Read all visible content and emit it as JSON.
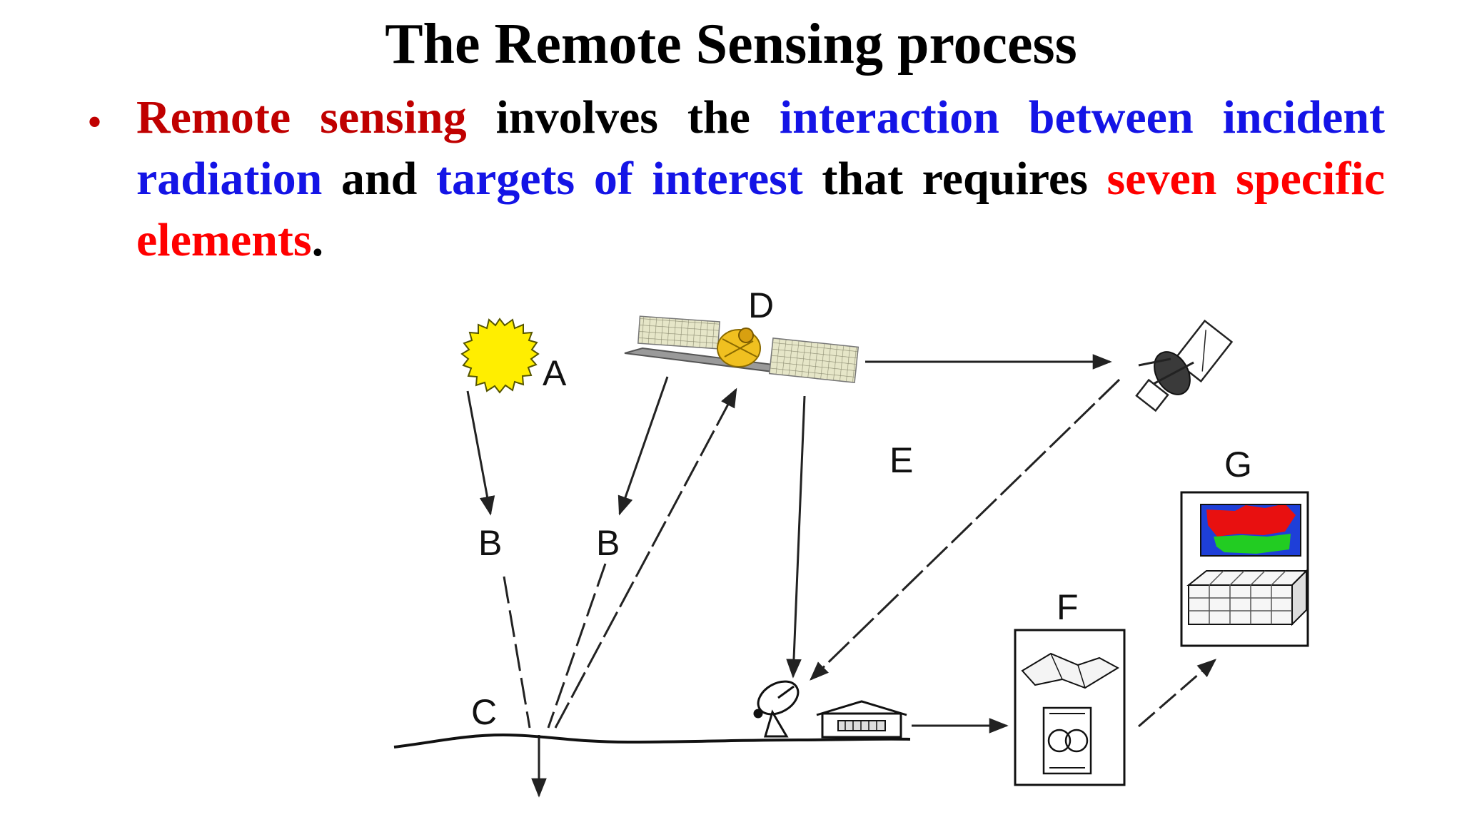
{
  "slide": {
    "title": "The Remote Sensing process",
    "bullet": {
      "marker": "•",
      "segments": [
        {
          "text": "Remote sensing",
          "color": "#c00000"
        },
        {
          "text": " involves the ",
          "color": "#000000"
        },
        {
          "text": "interaction between incident radiation",
          "color": "#1414e6"
        },
        {
          "text": " and ",
          "color": "#000000"
        },
        {
          "text": "targets of interest",
          "color": "#1414e6"
        },
        {
          "text": " that requires ",
          "color": "#000000"
        },
        {
          "text": "seven specific elements",
          "color": "#ff0000"
        },
        {
          "text": ".",
          "color": "#000000"
        }
      ]
    }
  },
  "diagram": {
    "labels": {
      "a": "A",
      "b_left": "B",
      "b_right": "B",
      "c": "C",
      "d": "D",
      "e": "E",
      "f": "F",
      "g": "G"
    },
    "elements": {
      "A": "energy-source-sun-icon",
      "B": "radiation-path-arrows",
      "C": "target-ground-line",
      "D": "satellite-sensor-icon",
      "E": "transmission-arrows",
      "F": "processing-document-icon",
      "G": "application-monitor-icon"
    },
    "colors": {
      "sun": "#ffee00",
      "map_red": "#e81010",
      "map_green": "#22cc22",
      "map_blue": "#1e3fd8",
      "line": "#222222"
    }
  }
}
